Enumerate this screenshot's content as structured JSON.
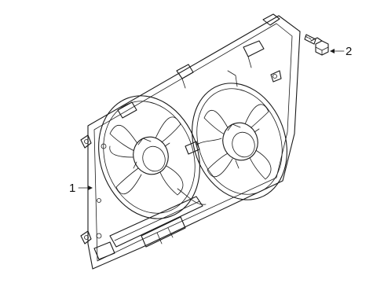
{
  "callouts": [
    {
      "number": "1",
      "part": "fan-shroud-assembly"
    },
    {
      "number": "2",
      "part": "shroud-bolt"
    }
  ]
}
